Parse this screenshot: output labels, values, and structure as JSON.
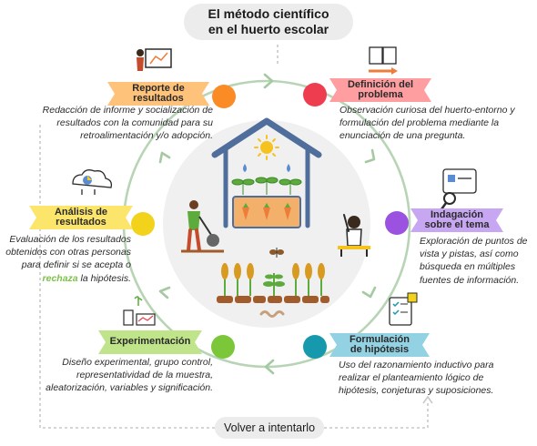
{
  "title": {
    "line1": "El método científico",
    "line2": "en el huerto escolar"
  },
  "retry_label": "Volver a intentarlo",
  "steps": {
    "definicion": {
      "title_line1": "Definición del",
      "title_line2": "problema",
      "color": "#ff9ea0",
      "dot_color": "#ee3d4f",
      "description": "Observación curiosa del huerto-entorno y formulación del problema mediante la enunciación de una pregunta."
    },
    "indagacion": {
      "title_line1": "Indagación",
      "title_line2": "sobre el tema",
      "color": "#c7a6f2",
      "dot_color": "#9b52e0",
      "description": "Exploración de puntos de vista y pistas, así como búsqueda en múltiples fuentes de información."
    },
    "formulacion": {
      "title_line1": "Formulación",
      "title_line2": "de hipótesis",
      "color": "#93d2e2",
      "dot_color": "#1799ad",
      "description": "Uso del razonamiento inductivo para realizar el planteamiento lógico de hipótesis, conjeturas y suposiciones."
    },
    "experimentacion": {
      "title": "Experimentación",
      "color": "#bfe48a",
      "dot_color": "#7cc63a",
      "description": "Diseño experimental, grupo control, representatividad de la muestra, aleatorización, variables y significación."
    },
    "analisis": {
      "title_line1": "Análisis de",
      "title_line2": "resultados",
      "color": "#fbe66b",
      "dot_color": "#f3d21c",
      "description_before": "Evaluación de los resultados obtenidos con otras personas para definir si se acepta o",
      "description_highlight": "rechaza",
      "description_after": "la hipótesis."
    },
    "reporte": {
      "title_line1": "Reporte de",
      "title_line2": "resultados",
      "color": "#ffc27a",
      "dot_color": "#fb8b24",
      "description": "Redacción de informe y socialización de resultados con la comunidad para su retroalimentación y/o adopción."
    }
  },
  "palette": {
    "cycle_line": "#b7d5b5",
    "center_circle": "#ececec",
    "house_roof": "#4f6e9c",
    "sun": "#f5c21e",
    "plant": "#5cab3c",
    "carrot": "#ee7d3a",
    "wheat": "#d89a1f",
    "soil": "#a25c2b"
  }
}
